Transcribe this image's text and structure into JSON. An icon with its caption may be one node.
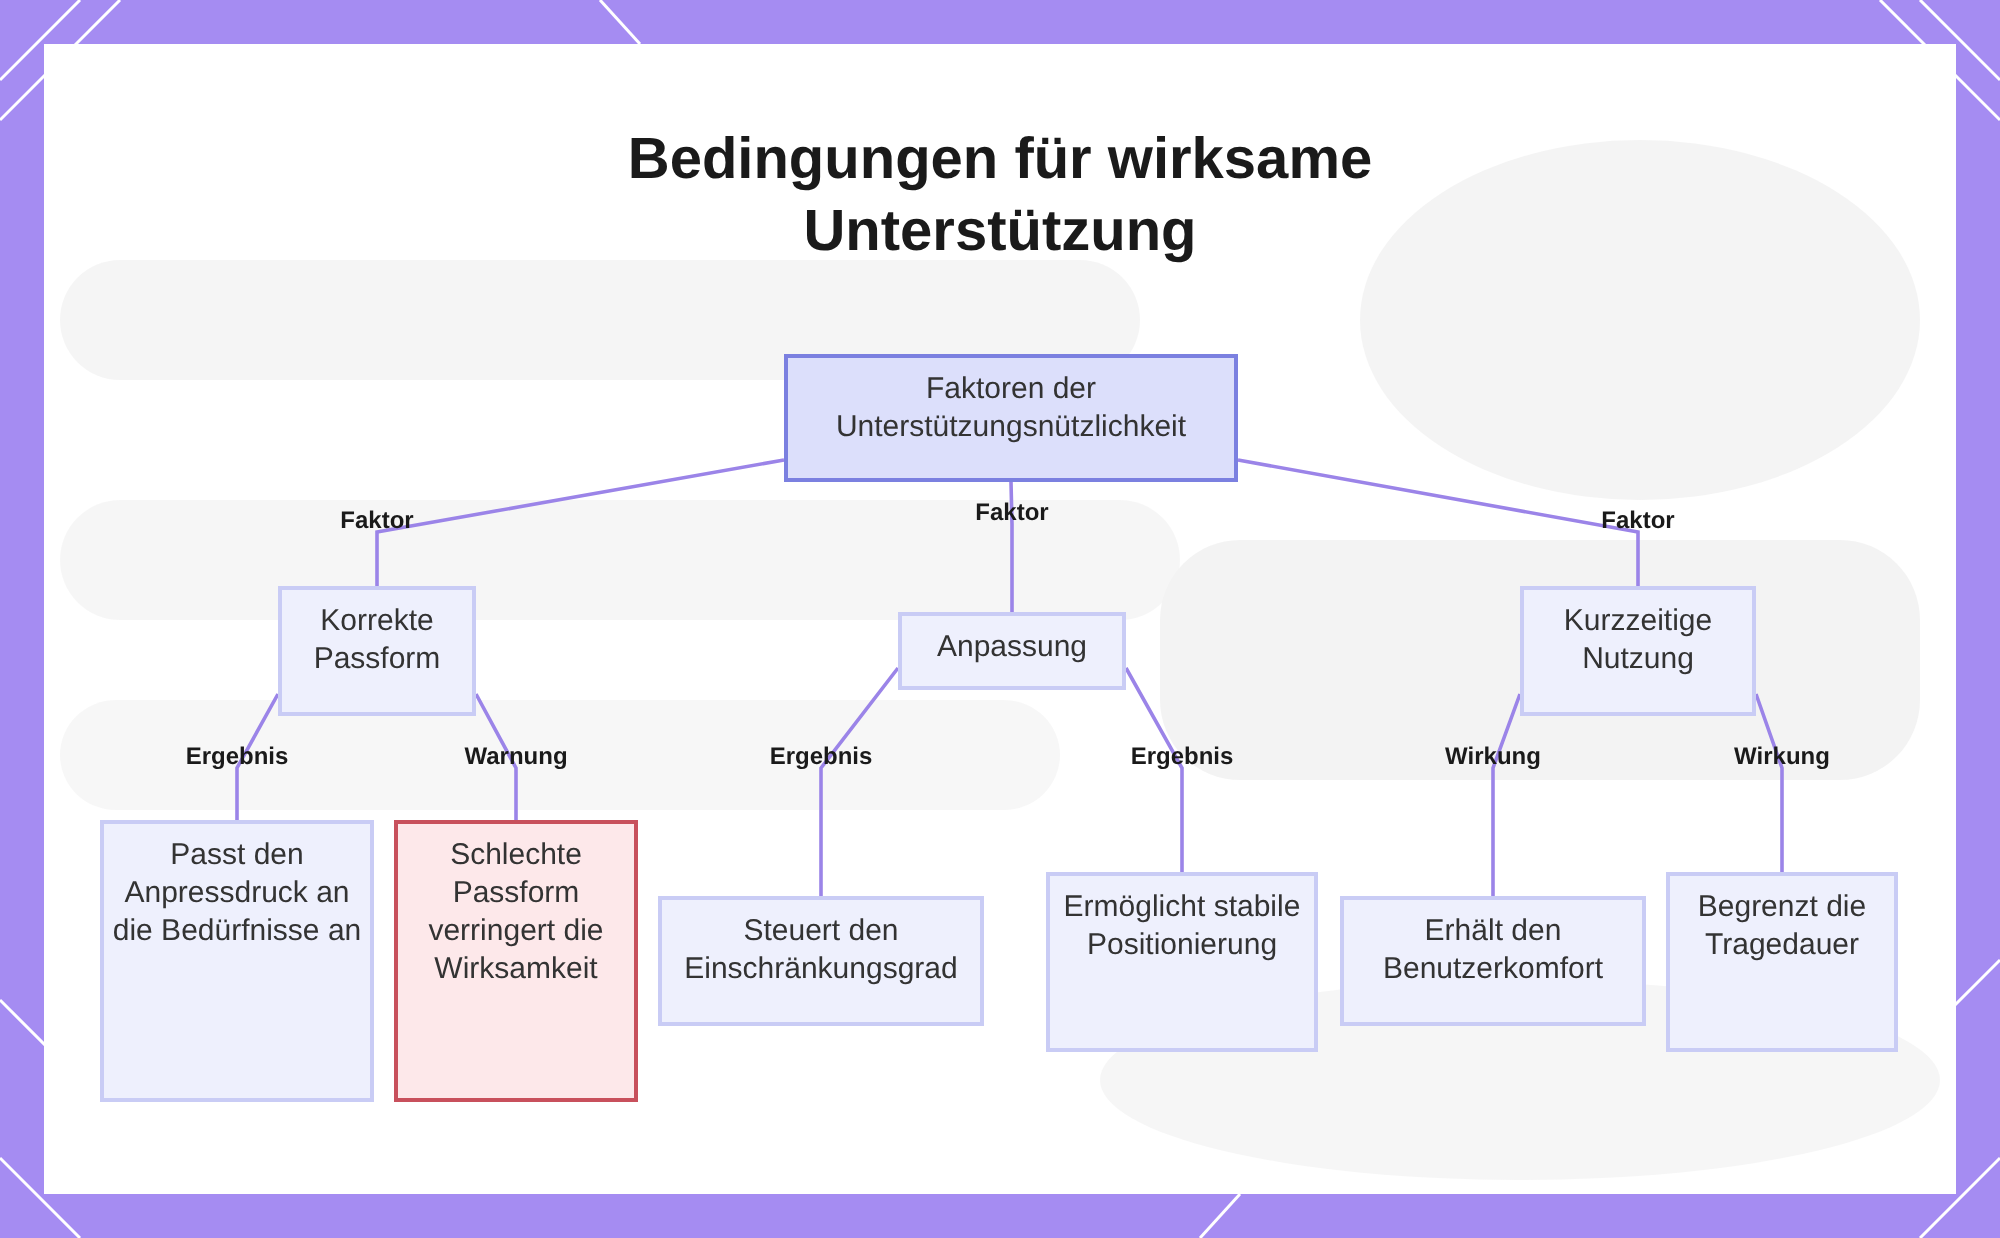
{
  "diagram": {
    "title": "Bedingungen für wirksame Unterstützung",
    "nodes": [
      {
        "text": [
          "Faktoren der Unterstützungsnützlichkeit"
        ]
      },
      {
        "text": [
          "Korrekte Passform"
        ]
      },
      {
        "text": [
          "Anpassung"
        ]
      },
      {
        "text": [
          "Kurzzeitige Nutzung"
        ]
      },
      {
        "text": [
          "Passt den Anpressdruck an die Bedürfnisse an"
        ]
      },
      {
        "text": [
          "Schlechte Passform verringert die Wirksamkeit"
        ]
      },
      {
        "text": [
          "Steuert den Einschränkungsgrad"
        ]
      },
      {
        "text": [
          "Ermöglicht stabile Positionierung"
        ]
      },
      {
        "text": [
          "Erhält den Benutzerkomfort"
        ]
      },
      {
        "text": [
          "Begrenzt die Tragedauer"
        ]
      }
    ],
    "edges": [
      {
        "from": 0,
        "to": 1,
        "arrow": "none",
        "label": "Faktor"
      },
      {
        "from": 0,
        "to": 2,
        "arrow": "none",
        "label": "Faktor"
      },
      {
        "from": 0,
        "to": 3,
        "arrow": "none",
        "label": "Faktor"
      },
      {
        "from": 1,
        "to": 4,
        "arrow": "none",
        "label": "Ergebnis"
      },
      {
        "from": 1,
        "to": 5,
        "arrow": "none",
        "label": "Warnung"
      },
      {
        "from": 2,
        "to": 6,
        "arrow": "none",
        "label": "Ergebnis"
      },
      {
        "from": 2,
        "to": 7,
        "arrow": "none",
        "label": "Ergebnis"
      },
      {
        "from": 3,
        "to": 8,
        "arrow": "none",
        "label": "Wirkung"
      },
      {
        "from": 3,
        "to": 9,
        "arrow": "none",
        "label": "Wirkung"
      }
    ]
  }
}
